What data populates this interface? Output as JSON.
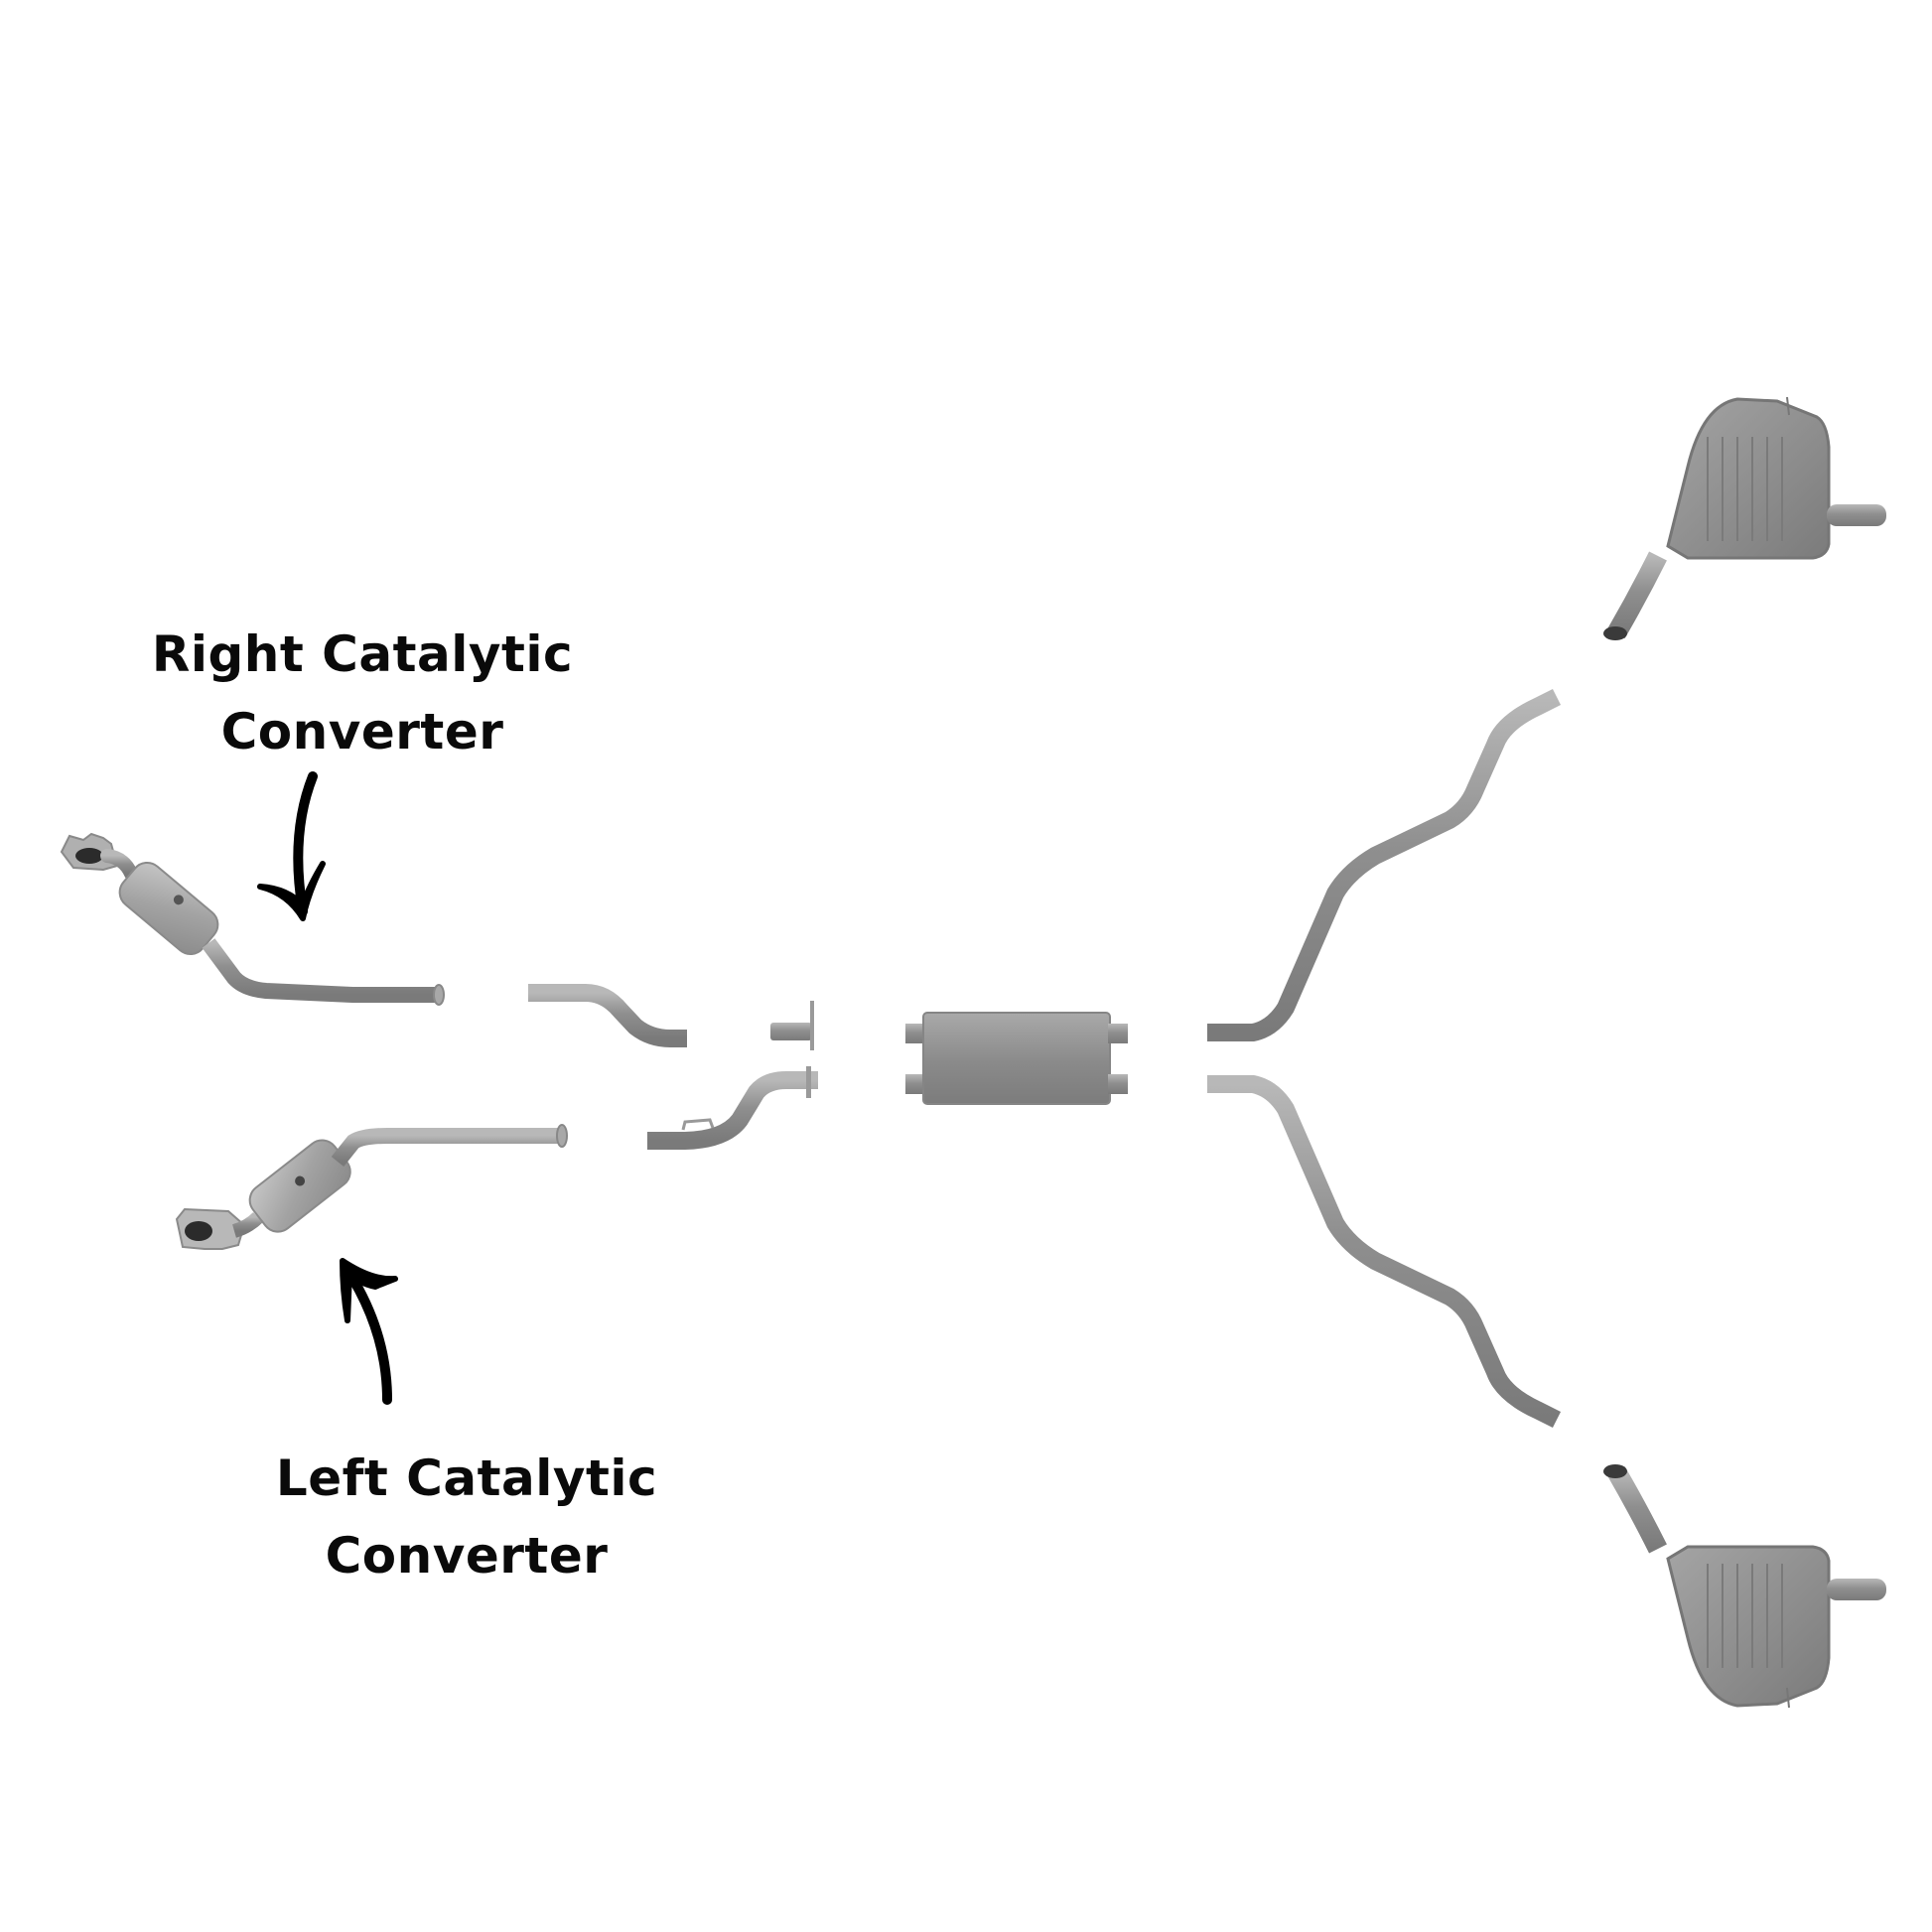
{
  "diagram": {
    "title": "Exhaust System Layout",
    "background": "#ffffff",
    "part_color": "#9a9a9a",
    "part_dark": "#6e6e6e",
    "part_light": "#c4c4c4",
    "arrow_color": "#000000",
    "text_color": "#0a0a0a"
  },
  "labels": {
    "right_converter": {
      "line1": "Right Catalytic",
      "line2": "Converter"
    },
    "left_converter": {
      "line1": "Left Catalytic",
      "line2": "Converter"
    }
  },
  "components": [
    {
      "id": "right-catalytic-converter",
      "name": "Right Catalytic Converter"
    },
    {
      "id": "left-catalytic-converter",
      "name": "Left Catalytic Converter"
    },
    {
      "id": "upper-s-bend-pipe",
      "name": "Upper S-Bend Intermediate Pipe"
    },
    {
      "id": "lower-s-bend-pipe",
      "name": "Lower S-Bend Intermediate Pipe"
    },
    {
      "id": "upper-flange-stub",
      "name": "Upper Flanged Connector"
    },
    {
      "id": "center-muffler",
      "name": "Center Dual Muffler"
    },
    {
      "id": "upper-tailpipe",
      "name": "Upper Tail Pipe"
    },
    {
      "id": "lower-tailpipe",
      "name": "Lower Tail Pipe"
    },
    {
      "id": "upper-rear-muffler",
      "name": "Upper Rear Muffler"
    },
    {
      "id": "lower-rear-muffler",
      "name": "Lower Rear Muffler"
    }
  ]
}
